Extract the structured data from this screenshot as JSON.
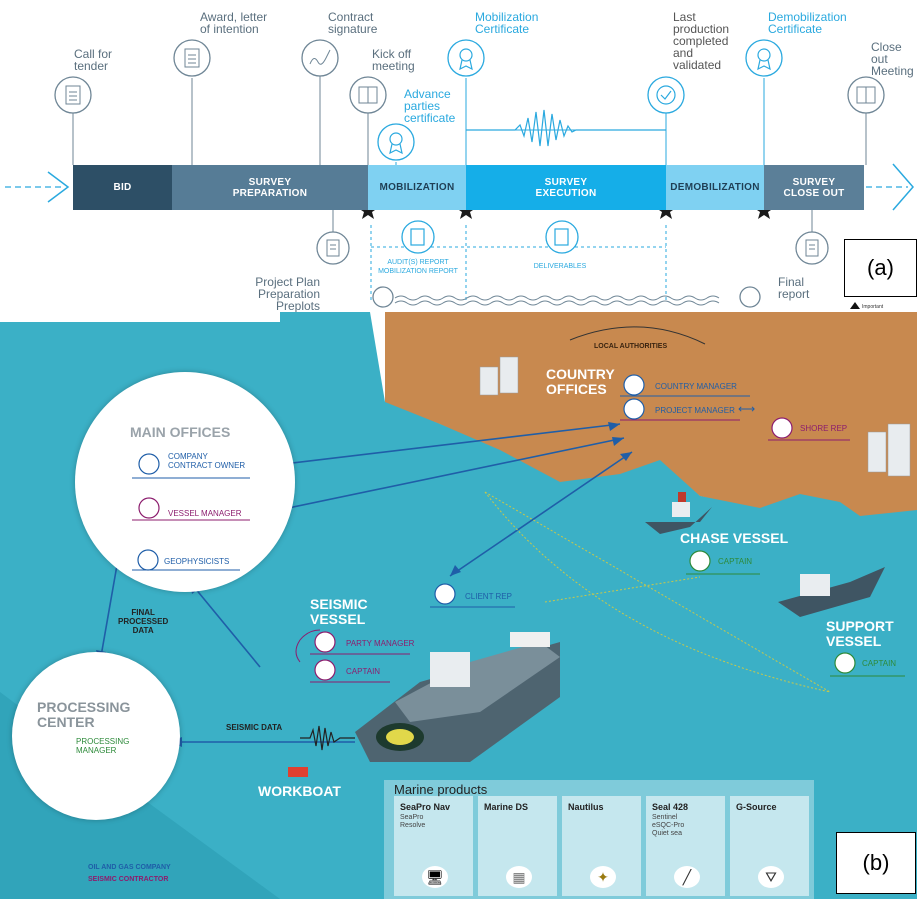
{
  "panel_a": {
    "tag": "(a)",
    "milestones": {
      "call_for_tender": "Call for\ntender",
      "award": "Award, letter\nof intention",
      "contract": "Contract\nsignature",
      "kickoff": "Kick off\nmeeting",
      "advance": "Advance\nparties\ncertificate",
      "mobilization_cert": "Mobilization\nCertificate",
      "last_production": "Last\nproduction\ncompleted\nand\nvalidated",
      "demobilization_cert": "Demobilization\nCertificate",
      "closeout": "Close out\nMeeting",
      "project_plan": "Project Plan\nPreparation\nPreplots",
      "final_report": "Final\nreport"
    },
    "phases": {
      "bid": "BID",
      "survey_prep": "SURVEY\nPREPARATION",
      "mobilization": "MOBILIZATION",
      "survey_exec": "SURVEY\nEXECUTION",
      "demobilization": "DEMOBILIZATION",
      "survey_close": "SURVEY\nCLOSE OUT"
    },
    "sub_labels": {
      "audit": "AUDIT(S) REPORT\nMOBILIZATION REPORT",
      "deliverables": "DELIVERABLES"
    },
    "important": "Important"
  },
  "panel_b": {
    "tag": "(b)",
    "local_authorities": "LOCAL AUTHORITIES",
    "country_offices": "COUNTRY\nOFFICES",
    "country_manager": "COUNTRY MANAGER",
    "project_manager": "PROJECT MANAGER",
    "shore_rep": "SHORE REP",
    "main_offices": "MAIN OFFICES",
    "company_contract_owner": "COMPANY\nCONTRACT OWNER",
    "vessel_manager": "VESSEL MANAGER",
    "geophysicists": "GEOPHYSICISTS",
    "final_processed_data": "FINAL\nPROCESSED\nDATA",
    "processing_center": "PROCESSING\nCENTER",
    "processing_manager": "PROCESSING\nMANAGER",
    "seismic_data": "SEISMIC DATA",
    "seismic_vessel": "SEISMIC\nVESSEL",
    "client_rep": "CLIENT REP",
    "party_manager": "PARTY MANAGER",
    "captain": "CAPTAIN",
    "chase_vessel": "CHASE VESSEL",
    "support_vessel": "SUPPORT\nVESSEL",
    "workboat": "WORKBOAT",
    "legend_oil": "OIL AND GAS COMPANY",
    "legend_seismic": "SEISMIC CONTRACTOR",
    "marine_products": "Marine products",
    "products": [
      {
        "title": "SeaPro Nav",
        "sub": "SeaPro\nResolve"
      },
      {
        "title": "Marine DS",
        "sub": ""
      },
      {
        "title": "Nautilus",
        "sub": ""
      },
      {
        "title": "Seal 428",
        "sub": "Sentinel\neSQC-Pro\nQuiet sea"
      },
      {
        "title": "G-Source",
        "sub": ""
      }
    ]
  },
  "colors": {
    "bid": "#2d4f66",
    "prep": "#567c96",
    "light_blue": "#7fd1f2",
    "bright_blue": "#15aee8",
    "closeout": "#5b7f98",
    "sea": "#3bb0c6",
    "land": "#c8894f"
  }
}
